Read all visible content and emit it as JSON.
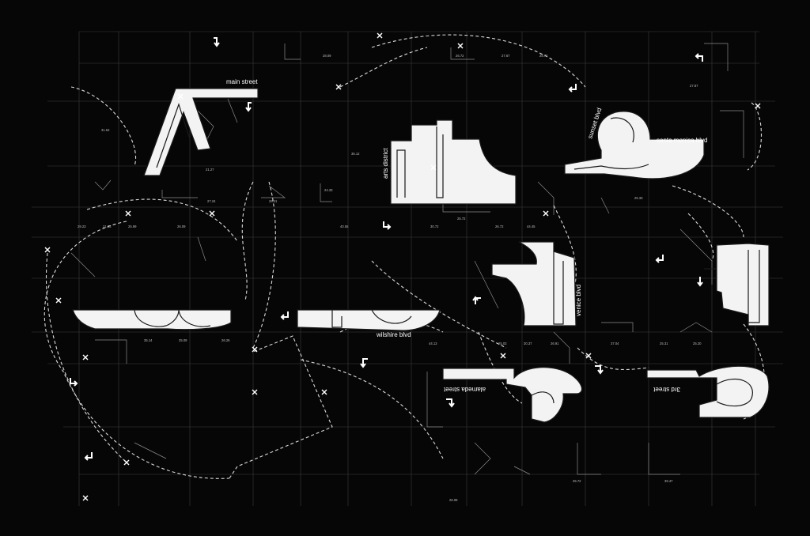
{
  "street_labels": [
    "main street",
    "arts district",
    "sunset blvd",
    "santa monica blvd",
    "venice blvd",
    "wilshire blvd",
    "alameda street",
    "3rd street"
  ],
  "dimension_labels": [
    "28.09",
    "26.72",
    "27.67",
    "28.72",
    "27.87",
    "31.52",
    "24.33",
    "27.24",
    "28.41",
    "29.23",
    "21.23",
    "25.99",
    "26.09",
    "40.55",
    "30.72",
    "25.72",
    "26.72",
    "44.45",
    "25.33",
    "35.14",
    "25.09",
    "26.26",
    "21.27",
    "35.12",
    "44.13",
    "25.03",
    "30.37",
    "26.91",
    "37.04",
    "25.31",
    "25.20",
    "25.72",
    "39.47",
    "26.08"
  ],
  "colors": {
    "background": "#060606",
    "forms": "#f3f3f3",
    "grid": "#3c3c3c",
    "annotation": "#ffffff"
  },
  "icons": {
    "turn_arrow": "turn-arrow-icon",
    "cross_marker": "cross-marker-icon"
  }
}
